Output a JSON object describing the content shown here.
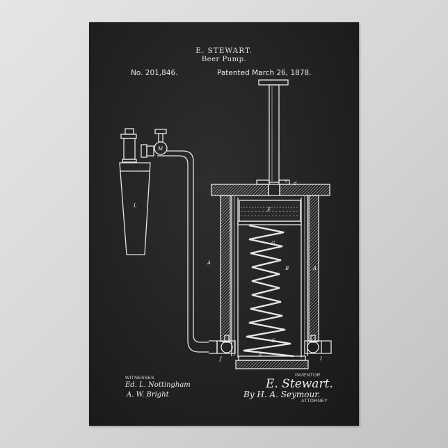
{
  "poster": {
    "inventor_name": "E. STEWART.",
    "invention_title": "Beer Pump.",
    "patent_number": "No. 201,846.",
    "patent_date": "Patented March 26, 1878.",
    "colors": {
      "background_wall": "#d8d7d7",
      "chalkboard": "#242424",
      "chalk_lines": "#e8e8e8"
    }
  },
  "drawing": {
    "figure_labels": {
      "vessel": "L",
      "valve": "M",
      "plunger": "F",
      "spring_upper": "G",
      "spring_lower": "G",
      "cylinder": "B",
      "casing_left": "A",
      "casing_right": "A",
      "cap_c": "c",
      "cap_d": "d",
      "base": "a",
      "valve_left": "J",
      "valve_right": "I"
    }
  },
  "signatures": {
    "witnesses_label": "WITNESSES",
    "witness_1": "Ed. L. Nottingham",
    "witness_2": "A. W. Bright",
    "inventor_label": "INVENTOR",
    "inventor_signature": "E. Stewart.",
    "attorney_signature": "By H. A. Seymour.",
    "attorney_label": "ATTORNEY"
  }
}
